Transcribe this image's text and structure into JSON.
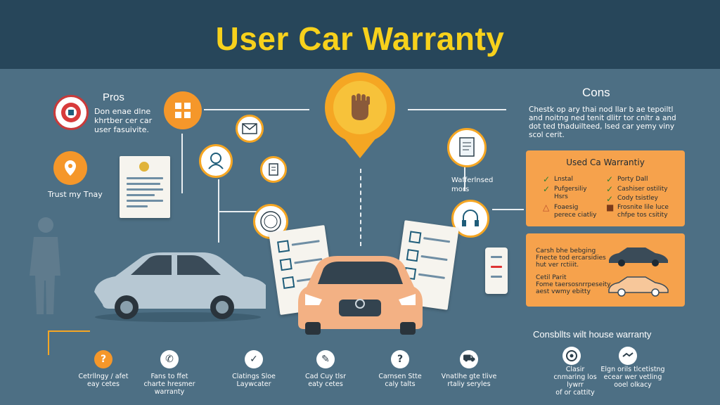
{
  "title": "User Car Warranty",
  "pros": {
    "heading": "Pros",
    "text": "Don enae dlne khrtber cer car user fasuivite."
  },
  "cons": {
    "heading": "Cons",
    "text": "Chestk op ary thai nod llar b ae tepoiltl and noitng ned tenit dlitr tor cnltr a and dot ted thaduilteed, lsed car yemy viny scol cerit."
  },
  "left_label": "Trust my Tnay",
  "mid_label": "Wafferlnsed mors",
  "warranty_panel": {
    "heading": "Used Ca Warrantiy",
    "col1": [
      "Lnstal",
      "Pufgersiliy",
      "Hsrs",
      "Foaesig",
      "perece ciatliy"
    ],
    "col2": [
      "Porty Dall",
      "Cashiser ostility",
      "Cody tsistley",
      "Frosnite lile luce",
      "chfpe tos csitity"
    ]
  },
  "car_panel": {
    "row1": [
      "Carsh bhe bebging",
      "Fnecte tod ercarsidies",
      "hut ver rctiiit."
    ],
    "row2": [
      "Cetil Parit",
      "Fome taersosnrrpeseity",
      "aest vwmy ebitty"
    ]
  },
  "consult": {
    "heading": "Consbllts wilt house warranty",
    "items": [
      [
        "Clasir",
        "cnmaring los lywrr",
        "of or cattity"
      ],
      [
        "Elgn orils tlcetistng",
        "ecear wer vetling",
        "ooel olkacy"
      ]
    ]
  },
  "bottom_items": [
    {
      "icon": "?",
      "lines": [
        "Cetrllngy / afet",
        "eay cetes"
      ]
    },
    {
      "icon": "✆",
      "lines": [
        "Fans to ffet",
        "charte hresmer",
        "warranty"
      ]
    },
    {
      "icon": "✓",
      "lines": [
        "Clatings Sloe",
        "Laywcater"
      ]
    },
    {
      "icon": "✎",
      "lines": [
        "Cad Cuy tlsr",
        "eaty cetes"
      ]
    },
    {
      "icon": "?",
      "lines": [
        "Carnsen Stte",
        "caly talts"
      ]
    },
    {
      "icon": "⛟",
      "lines": [
        "Vnatlhe gte tlive",
        "rtaliy seryles"
      ]
    }
  ],
  "colors": {
    "background": "#4d6f84",
    "header": "#27465a",
    "title": "#f7d11c",
    "accent": "#f5972a",
    "panel": "#f6a24c"
  }
}
